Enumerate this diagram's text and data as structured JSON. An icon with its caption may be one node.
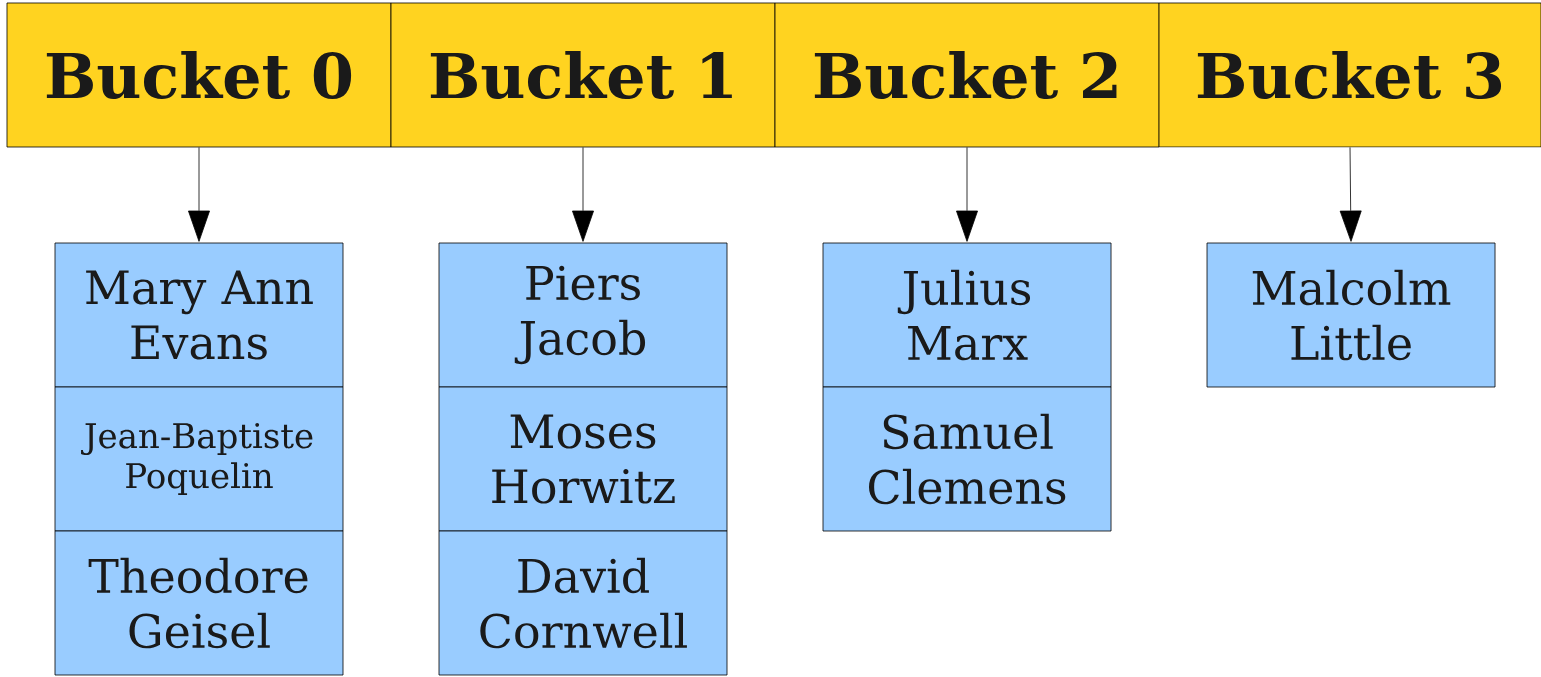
{
  "diagram": {
    "nodes": [
      {
        "text": [
          "Bucket 0"
        ]
      },
      {
        "text": [
          "Bucket 1"
        ]
      },
      {
        "text": [
          "Bucket 2"
        ]
      },
      {
        "text": [
          "Bucket 3"
        ]
      },
      {
        "text": [
          "Mary Ann Evans"
        ]
      },
      {
        "text": [
          "Jean-Baptiste Poquelin"
        ]
      },
      {
        "text": [
          "Theodore Geisel"
        ]
      },
      {
        "text": [
          "Piers Jacob"
        ]
      },
      {
        "text": [
          "Moses Horwitz"
        ]
      },
      {
        "text": [
          "David Cornwell"
        ]
      },
      {
        "text": [
          "Julius Marx"
        ]
      },
      {
        "text": [
          "Samuel Clemens"
        ]
      },
      {
        "text": [
          "Malcolm Little"
        ]
      }
    ],
    "edges": [
      {
        "from": 0,
        "to": 4,
        "arrow": "to"
      },
      {
        "from": 1,
        "to": 7,
        "arrow": "to"
      },
      {
        "from": 2,
        "to": 10,
        "arrow": "to"
      },
      {
        "from": 3,
        "to": 12,
        "arrow": "to"
      }
    ]
  }
}
